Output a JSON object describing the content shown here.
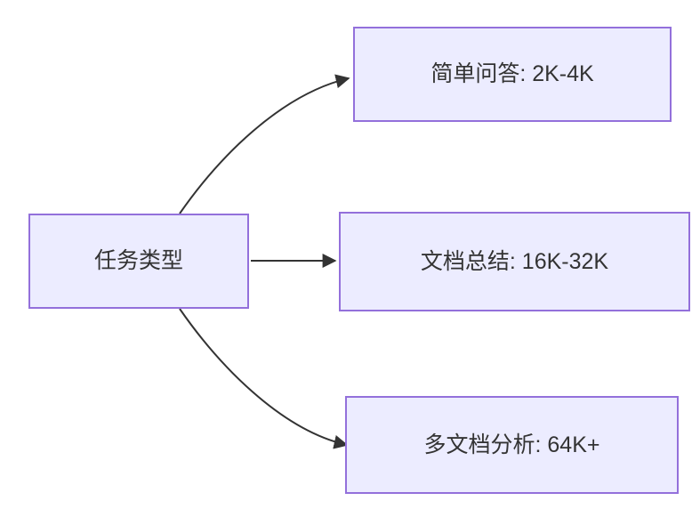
{
  "diagram": {
    "type": "flowchart-lr",
    "colors": {
      "background": "#ffffff",
      "node_fill": "#ECECFF",
      "node_border": "#9370DB",
      "edge_color": "#333333",
      "text_color": "#333333"
    },
    "root": {
      "id": "task-type",
      "label": "任务类型"
    },
    "branches": [
      {
        "id": "simple-qa",
        "label": "简单问答: 2K-4K"
      },
      {
        "id": "doc-summary",
        "label": "文档总结: 16K-32K"
      },
      {
        "id": "multi-doc",
        "label": "多文档分析: 64K+"
      }
    ],
    "edges": [
      {
        "from": "任务类型",
        "to": "简单问答: 2K-4K"
      },
      {
        "from": "任务类型",
        "to": "文档总结: 16K-32K"
      },
      {
        "from": "任务类型",
        "to": "多文档分析: 64K+"
      }
    ]
  }
}
